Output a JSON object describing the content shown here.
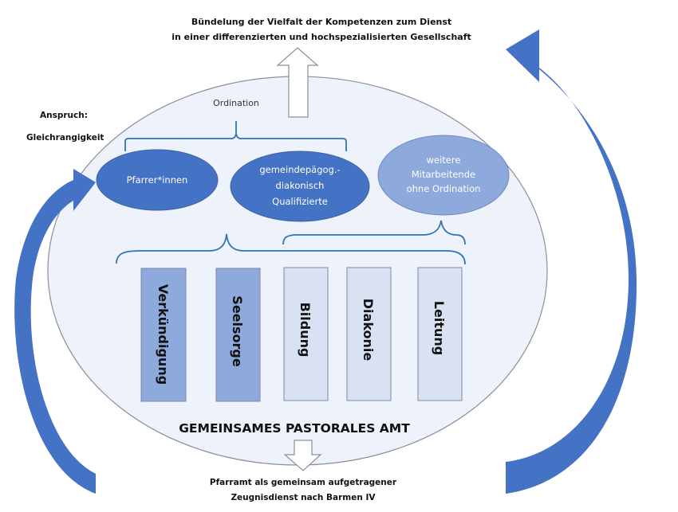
{
  "top_caption": {
    "line1": "Bündelung der Vielfalt der Kompetenzen zum Dienst",
    "line2": "in einer differenzierten und hochspezialisierten Gesellschaft"
  },
  "claim": {
    "label": "Anspruch:",
    "value": "Gleichrangigkeit"
  },
  "ordination_label": "Ordination",
  "groups": [
    {
      "lines": [
        "Pfarrer*innen"
      ],
      "ordained": true
    },
    {
      "lines": [
        "gemeindepägog.-",
        "diakonisch",
        "Qualifizierte"
      ],
      "ordained": true
    },
    {
      "lines": [
        "weitere",
        "Mitarbeitende",
        "ohne Ordination"
      ],
      "ordained": false
    }
  ],
  "pillars": [
    {
      "label": "Verkündigung",
      "emphasis": "dark"
    },
    {
      "label": "Seelsorge",
      "emphasis": "dark"
    },
    {
      "label": "Bildung",
      "emphasis": "light"
    },
    {
      "label": "Diakonie",
      "emphasis": "light"
    },
    {
      "label": "Leitung",
      "emphasis": "light"
    }
  ],
  "main_title": "GEMEINSAMES PASTORALES AMT",
  "bottom_caption": {
    "line1": "Pfarramt als gemeinsam aufgetragener",
    "line2": "Zeugnisdienst nach Barmen IV"
  },
  "colors": {
    "accent": "#4472C4",
    "accent_dark": "#3B5FA8",
    "accent_light": "#8EA9DB",
    "pillar_dark": "#8EA9DB",
    "pillar_light": "#D9E2F3",
    "circle_fill": "#EEF2FA",
    "bracket": "#2E75B6"
  }
}
